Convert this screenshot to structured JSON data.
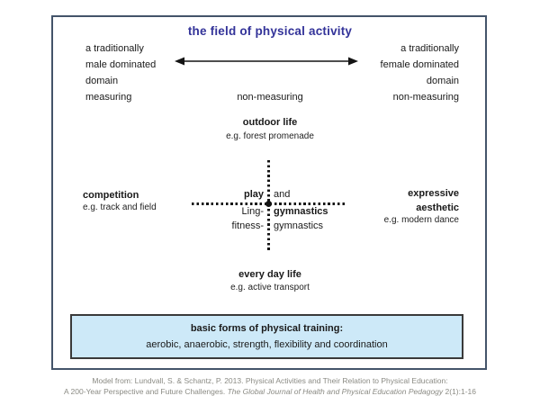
{
  "title": "the field of physical activity",
  "colors": {
    "title_text": "#333399",
    "frame_border": "#44546a",
    "training_box_fill": "#cde9f8",
    "training_box_border": "#3a3a3a",
    "body_text": "#1a1a1a",
    "citation_text": "#8b8b84"
  },
  "axis_top": {
    "left_lines": [
      "a traditionally",
      "male dominated",
      "domain"
    ],
    "right_lines": [
      "a traditionally",
      "female dominated",
      "domain"
    ],
    "arrow": "double-headed-horizontal"
  },
  "measuring_row": {
    "left": "measuring",
    "center": "non-measuring",
    "right": "non-measuring"
  },
  "quadrants": {
    "top": {
      "label": "outdoor life",
      "example": "e.g. forest promenade"
    },
    "left": {
      "label": "competition",
      "example": "e.g. track and field"
    },
    "right": {
      "label_line1": "expressive",
      "label_line2": "aesthetic",
      "example": "e.g. modern dance"
    },
    "bottom": {
      "label": "every day life",
      "example": "e.g. active transport"
    }
  },
  "center_cross": {
    "top_left": "play",
    "top_right": "and",
    "mid_left": "Ling-",
    "mid_right": "gymnastics",
    "bottom_left": "fitness-",
    "bottom_right": "gymnastics"
  },
  "training_box": {
    "heading": "basic forms of physical training:",
    "items": "aerobic, anaerobic, strength, flexibility and coordination"
  },
  "citation": {
    "line1": "Model from: Lundvall, S. & Schantz, P. 2013. Physical Activities and Their Relation to Physical Education:",
    "line2_prefix": "A 200-Year Perspective and Future Challenges. ",
    "line2_journal": "The Global Journal of Health and Physical Education Pedagogy",
    "line2_suffix": " 2(1):1-16"
  }
}
